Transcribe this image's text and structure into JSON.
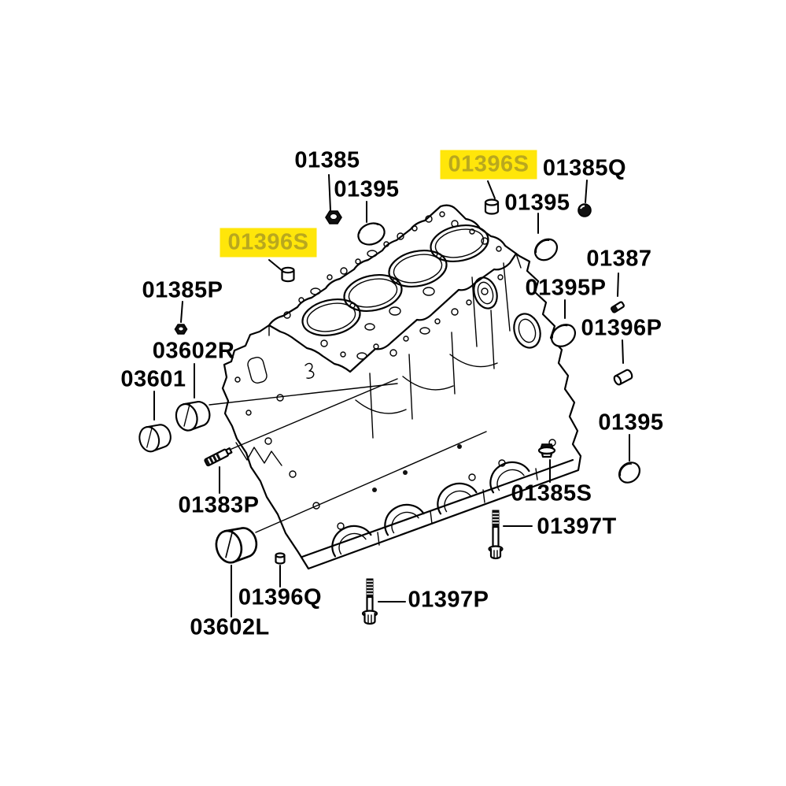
{
  "page": {
    "background": "#ffffff",
    "description": "Engine cylinder block parts diagram"
  },
  "colors": {
    "line": "#000000",
    "label_text": "#000000",
    "highlight_bg": "#ffe60a",
    "highlight_text": "#b9a81e"
  },
  "labels": [
    {
      "part_no": "01385",
      "highlighted": false
    },
    {
      "part_no": "01395",
      "highlighted": false
    },
    {
      "part_no": "01396S",
      "highlighted": true
    },
    {
      "part_no": "01385Q",
      "highlighted": false
    },
    {
      "part_no": "01395",
      "highlighted": false
    },
    {
      "part_no": "01396S",
      "highlighted": true
    },
    {
      "part_no": "01385P",
      "highlighted": false
    },
    {
      "part_no": "03602R",
      "highlighted": false
    },
    {
      "part_no": "03601",
      "highlighted": false
    },
    {
      "part_no": "01387",
      "highlighted": false
    },
    {
      "part_no": "01395P",
      "highlighted": false
    },
    {
      "part_no": "01396P",
      "highlighted": false
    },
    {
      "part_no": "01395",
      "highlighted": false
    },
    {
      "part_no": "01385S",
      "highlighted": false
    },
    {
      "part_no": "01397T",
      "highlighted": false
    },
    {
      "part_no": "01383P",
      "highlighted": false
    },
    {
      "part_no": "01396Q",
      "highlighted": false
    },
    {
      "part_no": "03602L",
      "highlighted": false
    },
    {
      "part_no": "01397P",
      "highlighted": false
    }
  ],
  "parts": [
    {
      "icon": "hex-nut-icon",
      "part_no": "01385"
    },
    {
      "icon": "cup-plug-icon",
      "part_no": "01395"
    },
    {
      "icon": "dowel-plug-icon",
      "part_no": "01396S"
    },
    {
      "icon": "ball-plug-icon",
      "part_no": "01385Q"
    },
    {
      "icon": "cup-plug-icon",
      "part_no": "01395"
    },
    {
      "icon": "dowel-plug-icon",
      "part_no": "01396S"
    },
    {
      "icon": "hex-nut-icon",
      "part_no": "01385P"
    },
    {
      "icon": "bearing-shell-icon",
      "part_no": "03602R"
    },
    {
      "icon": "bearing-shell-icon",
      "part_no": "03601"
    },
    {
      "icon": "dowel-pin-icon",
      "part_no": "01387"
    },
    {
      "icon": "cup-plug-icon",
      "part_no": "01395P"
    },
    {
      "icon": "sleeve-plug-icon",
      "part_no": "01396P"
    },
    {
      "icon": "cup-plug-icon",
      "part_no": "01395"
    },
    {
      "icon": "screw-plug-icon",
      "part_no": "01385S"
    },
    {
      "icon": "flange-bolt-icon",
      "part_no": "01397T"
    },
    {
      "icon": "knurled-stud-icon",
      "part_no": "01383P"
    },
    {
      "icon": "dome-plug-icon",
      "part_no": "01396Q"
    },
    {
      "icon": "bearing-shell-icon",
      "part_no": "03602L"
    },
    {
      "icon": "flange-bolt-icon",
      "part_no": "01397P"
    }
  ]
}
